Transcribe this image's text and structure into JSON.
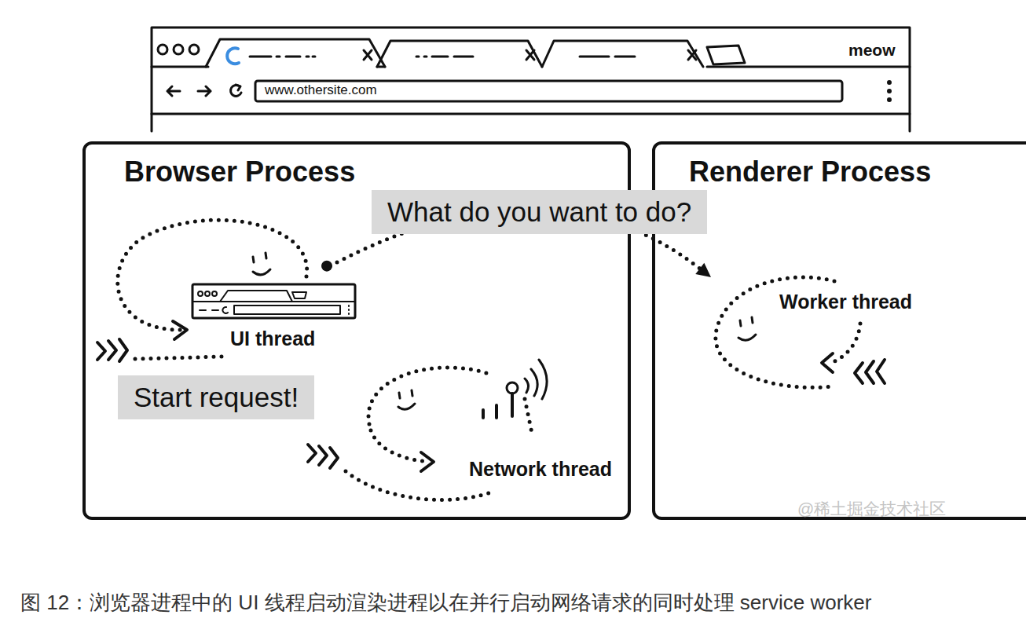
{
  "diagram": {
    "caption": "图 12：浏览器进程中的 UI 线程启动渲染进程以在并行启动网络请求的同时处理 service worker",
    "nodes": [
      {
        "text": [
          "Browser Process"
        ]
      },
      {
        "text": [
          "UI thread"
        ],
        "in": 0
      },
      {
        "text": [
          "Network thread"
        ],
        "in": 0
      },
      {
        "text": [
          "Renderer Process"
        ]
      },
      {
        "text": [
          "Worker thread"
        ],
        "in": 3
      }
    ],
    "edges": [
      {
        "from": 1,
        "to": 4,
        "arrow": "to",
        "label": "What do you want to do?"
      }
    ],
    "labels": [
      "www.othersite.com",
      "meow",
      "Start request!",
      "@稀土掘金技术社区"
    ]
  }
}
